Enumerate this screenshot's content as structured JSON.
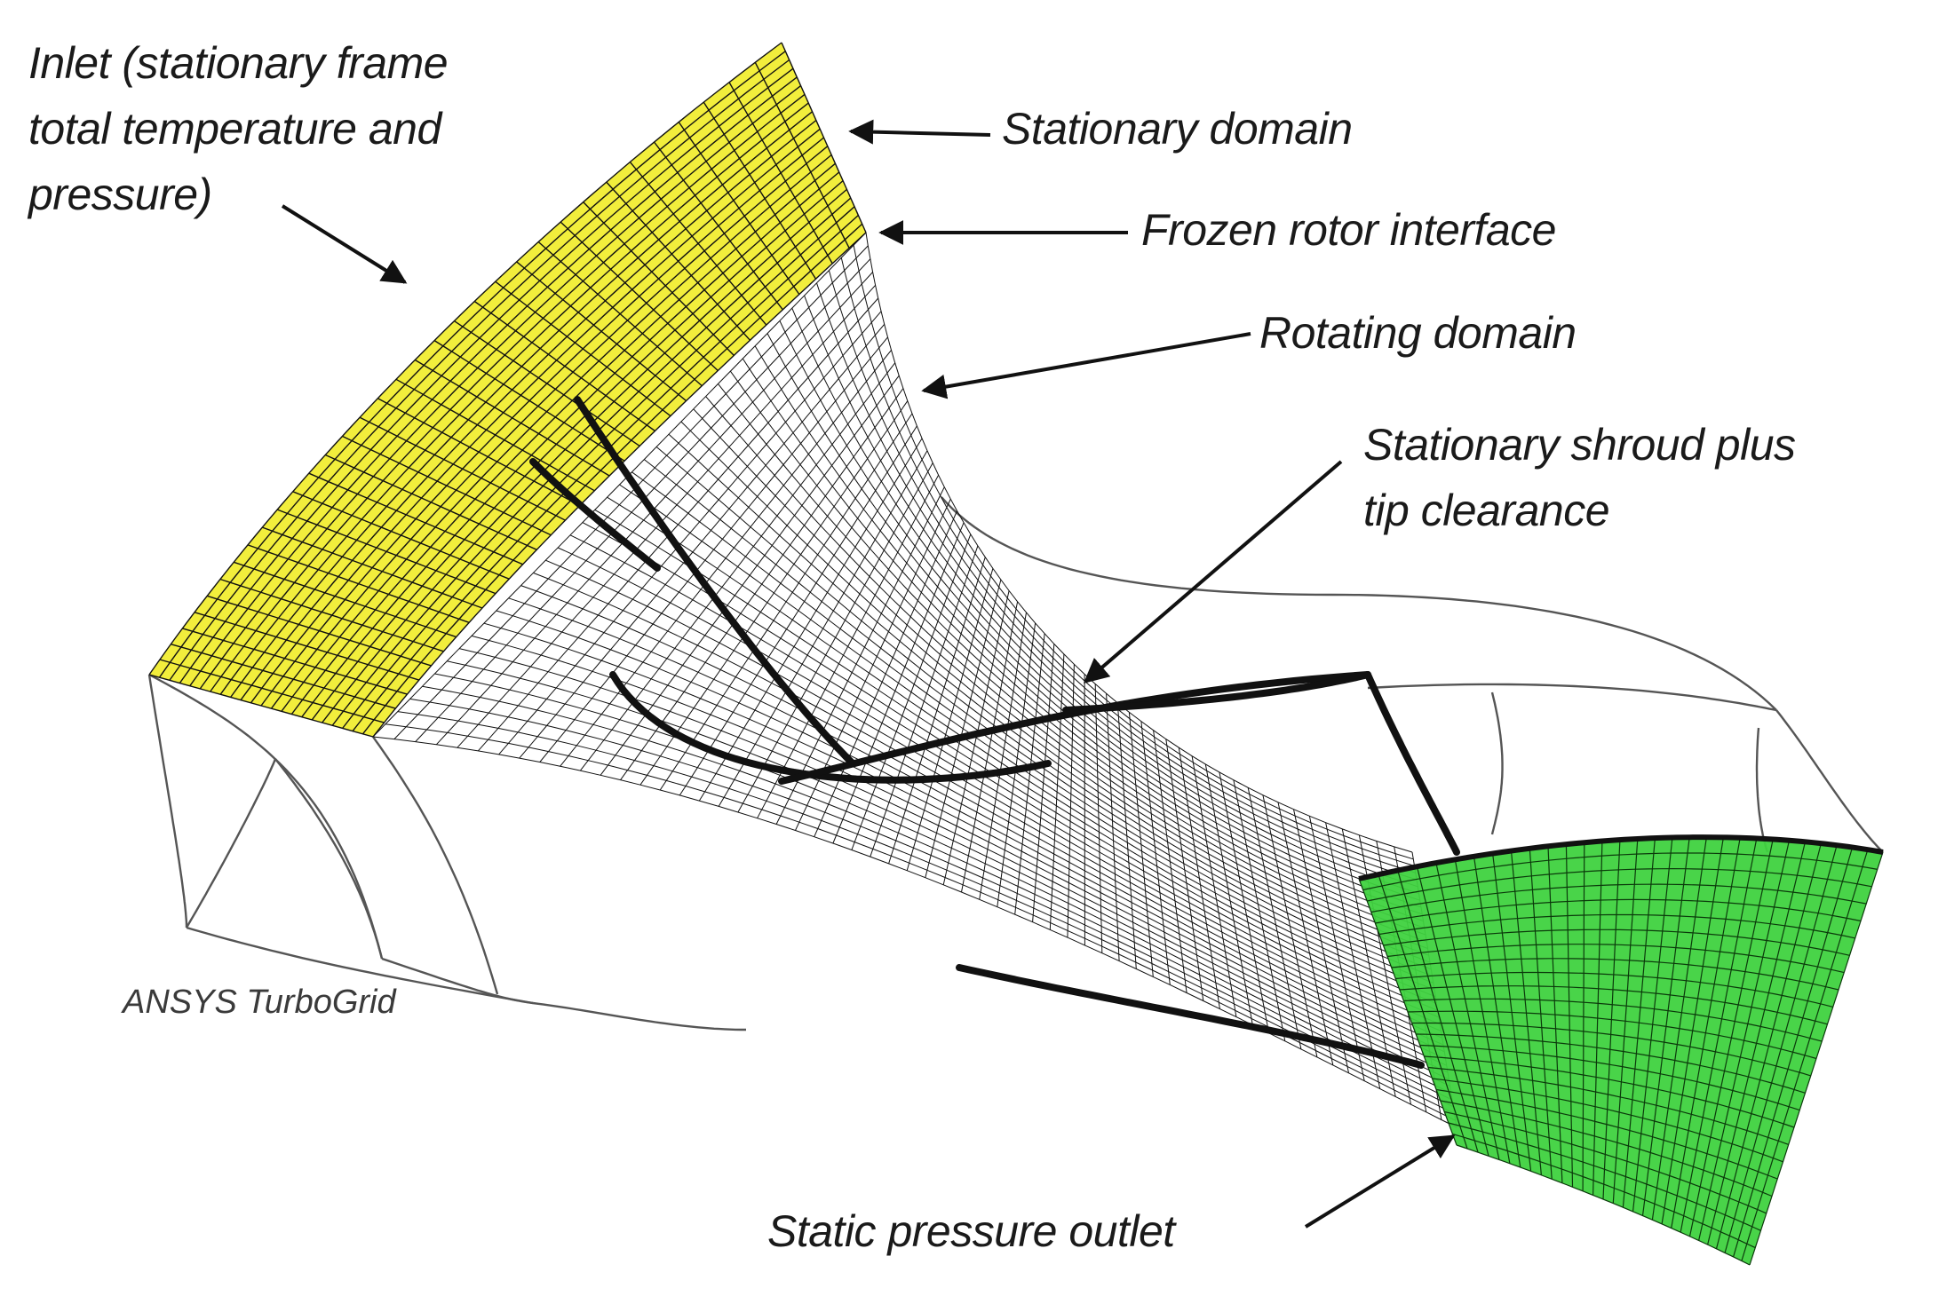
{
  "diagram": {
    "colors": {
      "inlet_mesh": "#f2ee3c",
      "outlet_mesh": "#3fd23f",
      "mesh_lines": "#111111",
      "outline": "#555555"
    },
    "labels": {
      "inlet": [
        "Inlet (stationary frame",
        "total temperature and",
        "pressure)"
      ],
      "stationary_domain": "Stationary domain",
      "frozen_rotor_interface": "Frozen rotor interface",
      "rotating_domain": "Rotating domain",
      "stationary_shroud": [
        "Stationary shroud plus",
        "tip clearance"
      ],
      "static_pressure_outlet": "Static pressure outlet",
      "credit": "ANSYS TurboGrid"
    }
  }
}
